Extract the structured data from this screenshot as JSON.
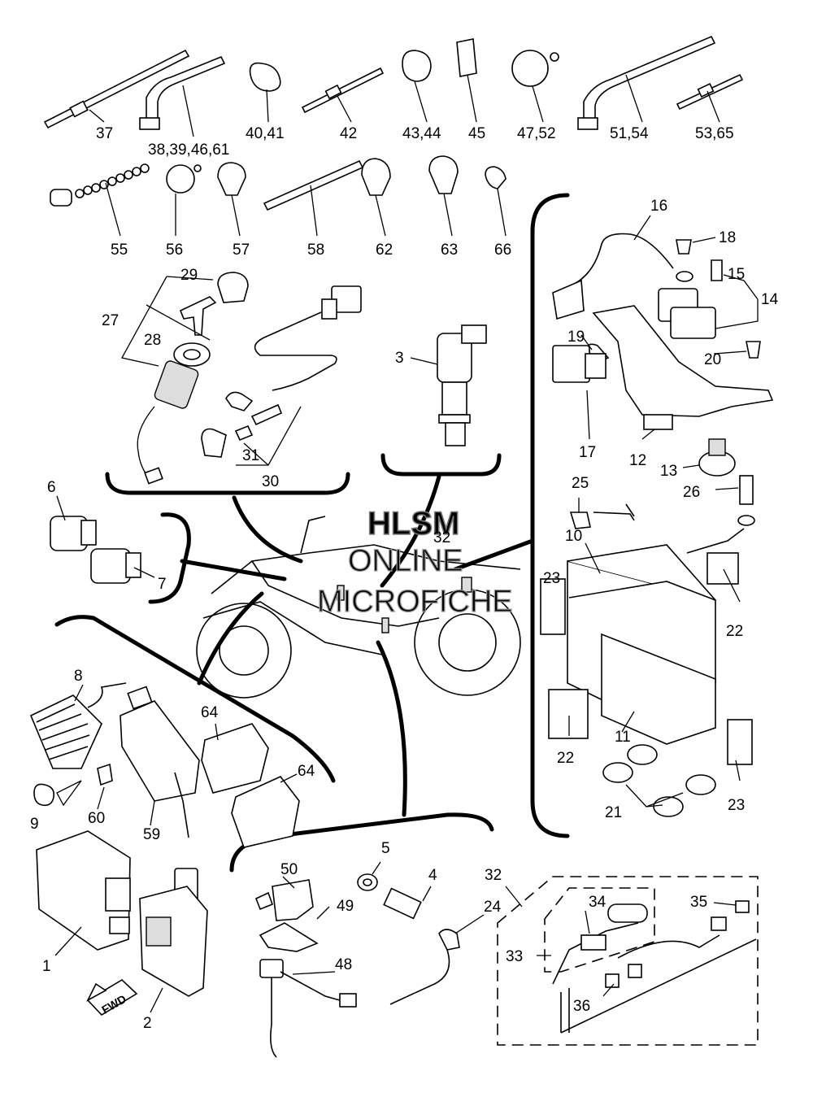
{
  "diagram": {
    "part_labels": [
      "37",
      "38,39,46,61",
      "40,41",
      "42",
      "43,44",
      "45",
      "47,52",
      "51,54",
      "53,65",
      "55",
      "56",
      "57",
      "58",
      "62",
      "63",
      "66",
      "29",
      "27",
      "28",
      "31",
      "30",
      "3",
      "16",
      "18",
      "15",
      "14",
      "19",
      "20",
      "17",
      "12",
      "13",
      "6",
      "7",
      "32",
      "25",
      "26",
      "10",
      "23",
      "22",
      "11",
      "21",
      "23",
      "8",
      "64",
      "64",
      "9",
      "60",
      "59",
      "1",
      "2",
      "50",
      "49",
      "48",
      "5",
      "4",
      "24",
      "32",
      "34",
      "35",
      "33",
      "36",
      "22"
    ],
    "watermark": [
      "HLSM",
      "ONLINE",
      "MICROFICHE"
    ],
    "fwd_label": "FWD"
  }
}
